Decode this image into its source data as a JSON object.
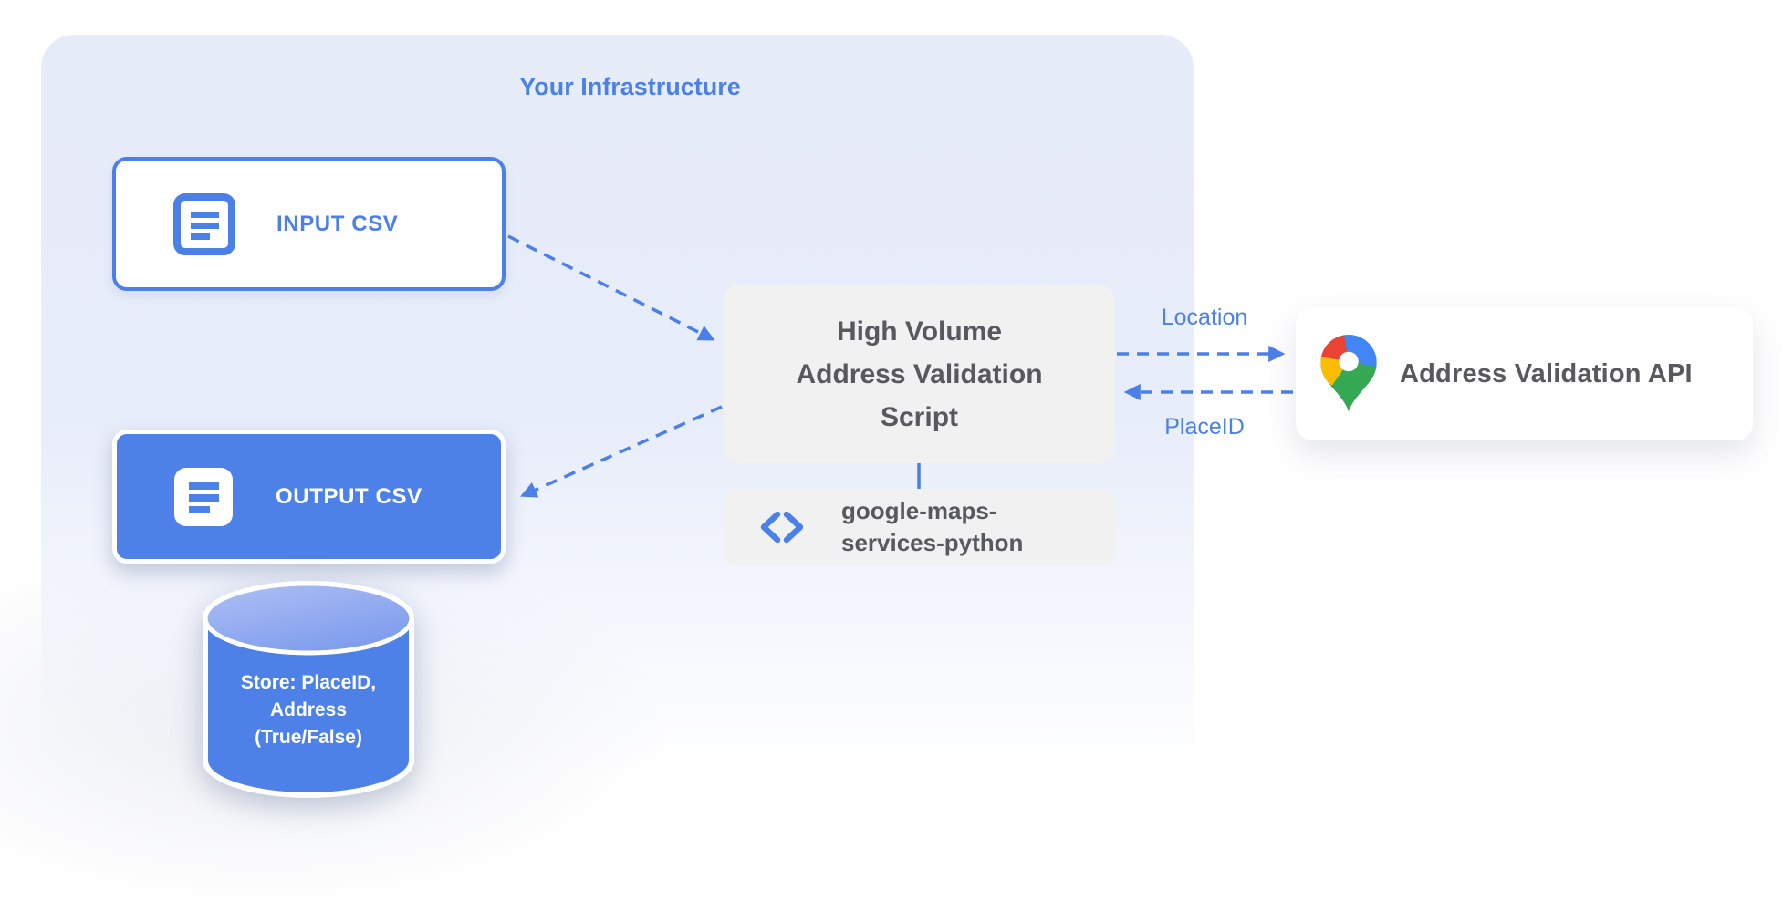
{
  "infrastructure": {
    "title": "Your Infrastructure"
  },
  "nodes": {
    "input_csv": {
      "label": "INPUT CSV",
      "icon": "document-lines-icon"
    },
    "output_csv": {
      "label": "OUTPUT CSV",
      "icon": "document-lines-icon"
    },
    "datastore": {
      "lines": [
        "Store: PlaceID,",
        "Address",
        "(True/False)"
      ],
      "icon": "database-cylinder"
    },
    "script": {
      "lines": [
        "High Volume",
        "Address Validation",
        "Script"
      ]
    },
    "library": {
      "lines": [
        "google-maps-",
        "services-python"
      ],
      "icon": "code-brackets-icon"
    },
    "api": {
      "label": "Address Validation API",
      "icon": "google-maps-pin-icon"
    }
  },
  "edges": {
    "request_label": "Location",
    "response_label": "PlaceID"
  },
  "colors": {
    "accent_blue": "#4C80E9",
    "node_blue_fill": "#4D81E8",
    "panel_background": "#E7ECF9",
    "box_gray": "#F1F1F2",
    "text_gray": "#57595E",
    "cylinder_top_light": "#A9BCF3",
    "pin_red": "#EA4335",
    "pin_blue": "#4285F4",
    "pin_yellow": "#FBBC04",
    "pin_green": "#34A853"
  }
}
